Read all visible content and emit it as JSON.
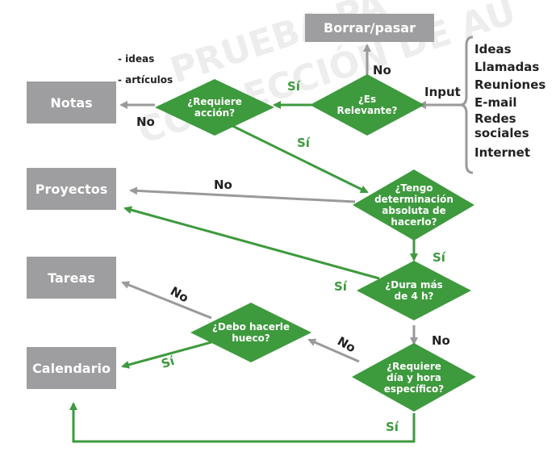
{
  "watermark": {
    "line1": "PRUEBA PA",
    "line2": "CORRECCIÓN DE AU"
  },
  "boxes": {
    "borrar": "Borrar/pasar",
    "notas": "Notas",
    "proyectos": "Proyectos",
    "tareas": "Tareas",
    "calendario": "Calendario"
  },
  "decisions": {
    "es_relevante": [
      "¿Es",
      "Relevante?"
    ],
    "requiere_accion": [
      "¿Requiere",
      "acción?"
    ],
    "tengo_determinacion": [
      "¿Tengo",
      "determinación",
      "absoluta de",
      "hacerlo?"
    ],
    "dura_mas": [
      "¿Dura más",
      "de 4 h?"
    ],
    "requiere_dia": [
      "¿Requiere",
      "día y hora",
      "específico?"
    ],
    "debo_hueco": [
      "¿Debo hacerle",
      "hueco?"
    ]
  },
  "input_label": "Input",
  "input_sources": [
    "Ideas",
    "Llamadas",
    "Reuniones",
    "E-mail",
    "Redes",
    "sociales",
    "Internet"
  ],
  "notas_items": [
    "- ideas",
    "- artículos"
  ],
  "edge_labels": {
    "no_borrar": "No",
    "si_relevante": "Sí",
    "no_notas": "No",
    "si_accion": "Sí",
    "no_proyectos": "No",
    "si_determinacion": "Sí",
    "si_proyectos": "Sí",
    "no_dura": "No",
    "no_requiere_dia": "No",
    "no_tareas": "No",
    "si_calendario": "Sí",
    "si_bottom": "Sí"
  },
  "colors": {
    "green": "#3d9a3d",
    "gray_box": "#9e9ea0",
    "gray_arrow": "#9a9a9a"
  }
}
